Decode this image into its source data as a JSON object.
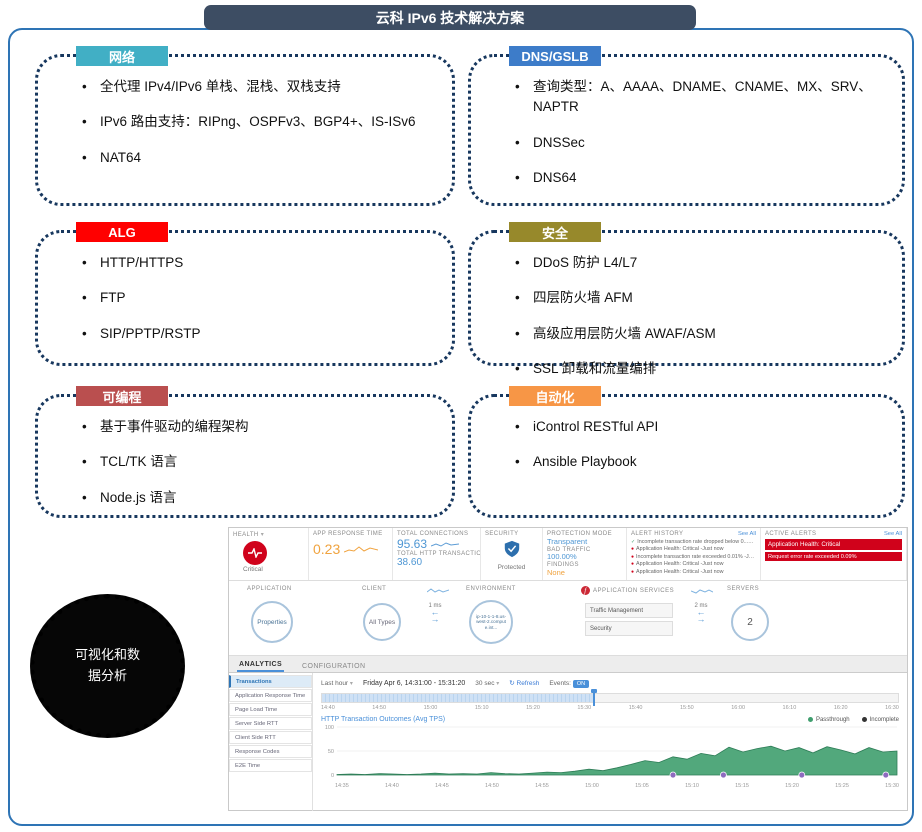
{
  "title": "云科 IPv6 技术解决方案",
  "boxes": [
    {
      "label": "网络",
      "color": "#41AFC5",
      "bullets": [
        "全代理 IPv4/IPv6 单栈、混栈、双栈支持",
        "IPv6 路由支持：RIPng、OSPFv3、BGP4+、IS-ISv6",
        "NAT64"
      ]
    },
    {
      "label": "DNS/GSLB",
      "color": "#3D7CC9",
      "bullets": [
        "查询类型：A、AAAA、DNAME、CNAME、MX、SRV、NAPTR",
        "DNSSec",
        "DNS64"
      ]
    },
    {
      "label": "ALG",
      "color": "#FF0000",
      "bullets": [
        "HTTP/HTTPS",
        "FTP",
        "SIP/PPTP/RSTP"
      ]
    },
    {
      "label": "安全",
      "color": "#97892B",
      "bullets": [
        "DDoS 防护 L4/L7",
        "四层防火墙 AFM",
        "高级应用层防火墙 AWAF/ASM",
        "SSL 卸载和流量编排"
      ]
    },
    {
      "label": "可编程",
      "color": "#BA4F4F",
      "bullets": [
        "基于事件驱动的编程架构",
        "TCL/TK 语言",
        "Node.js 语言"
      ]
    },
    {
      "label": "自动化",
      "color": "#F79646",
      "bullets": [
        "iControl RESTful API",
        "Ansible Playbook"
      ]
    }
  ],
  "ellipse_label": "可视化和数据分析",
  "icons": {
    "caret_down": "▾",
    "arrow_left": "←",
    "arrow_right": "→",
    "refresh": "↻",
    "f5": "f"
  },
  "dashboard": {
    "health": {
      "label": "HEALTH",
      "status": "Critical"
    },
    "app_response_time": {
      "label": "APP RESPONSE TIME",
      "value": "0.23"
    },
    "total_connections": {
      "label": "TOTAL CONNECTIONS",
      "value": "95.63"
    },
    "total_http_transactions": {
      "label": "TOTAL HTTP TRANSACTIONS/S",
      "value": "38.60"
    },
    "security": {
      "label": "SECURITY",
      "status": "Protected"
    },
    "protection_mode": {
      "label": "PROTECTION MODE",
      "value": "Transparent"
    },
    "bad_traffic": {
      "label": "BAD TRAFFIC",
      "value": "100.00%"
    },
    "findings": {
      "label": "FINDINGS",
      "value": "None"
    },
    "alert_history": {
      "label": "ALERT HISTORY",
      "see_all": "See All",
      "items": [
        {
          "icon": "✓",
          "color": "#3f9e6e",
          "text": "Incomplete transaction rate dropped below 0...Just now"
        },
        {
          "icon": "●",
          "color": "#d0021b",
          "text": "Application Health: Critical -Just now"
        },
        {
          "icon": "●",
          "color": "#d0021b",
          "text": "Incomplete transaction rate exceeded 0.01% -Just now"
        },
        {
          "icon": "●",
          "color": "#d0021b",
          "text": "Application Health: Critical -Just now"
        },
        {
          "icon": "●",
          "color": "#d0021b",
          "text": "Application Health: Critical -Just now"
        }
      ]
    },
    "active_alerts": {
      "label": "ACTIVE ALERTS",
      "see_all": "See All",
      "items": [
        "Application Health: Critical",
        "Request error rate exceeded 0.09%"
      ]
    },
    "topology": {
      "headers": [
        "APPLICATION",
        "CLIENT",
        "ENVIRONMENT",
        "APPLICATION SERVICES",
        "SERVERS"
      ],
      "application_node": "Properties",
      "client_node": "All Types",
      "client_latency": "1 ms",
      "environment_node": "ip-10-1-1-8.us-west-2.compute.int...",
      "services": [
        "Traffic Management",
        "Security"
      ],
      "server_latency": "2 ms",
      "servers_node": "2"
    },
    "tabs": [
      "ANALYTICS",
      "CONFIGURATION"
    ],
    "sidebar_items": [
      "Transactions",
      "Application Response Time",
      "Page Load Time",
      "Server Side RTT",
      "Client Side RTT",
      "Response Codes",
      "E2E Time"
    ],
    "controls": {
      "range": "Last hour",
      "date_range": "Friday Apr 6, 14:31:00 - 15:31:20",
      "interval": "30 sec",
      "refresh": "Refresh",
      "events_label": "Events:",
      "events_state": "ON"
    },
    "timeline_ticks": [
      "14:40",
      "14:50",
      "15:00",
      "15:10",
      "15:20",
      "15:30",
      "15:40",
      "15:50",
      "16:00",
      "16:10",
      "16:20",
      "16:30"
    ],
    "chart_data": {
      "type": "area",
      "title": "HTTP Transaction Outcomes (Avg TPS)",
      "legend": [
        {
          "name": "Passthrough",
          "color": "#3f9e6e"
        },
        {
          "name": "Incomplete",
          "color": "#333333"
        }
      ],
      "x_labels": [
        "14:35",
        "14:40",
        "14:45",
        "14:50",
        "14:55",
        "15:00",
        "15:05",
        "15:10",
        "15:15",
        "15:20",
        "15:25",
        "15:30"
      ],
      "ylim": [
        0,
        100
      ],
      "yticks": [
        0,
        50,
        100
      ],
      "values": [
        1,
        2,
        1,
        3,
        2,
        1,
        2,
        4,
        2,
        3,
        2,
        5,
        3,
        2,
        4,
        6,
        5,
        8,
        12,
        9,
        15,
        22,
        30,
        26,
        38,
        33,
        45,
        40,
        58,
        48,
        55,
        60,
        50,
        57,
        46,
        59,
        52,
        44,
        57,
        48,
        50
      ],
      "event_marker_positions": [
        0.6,
        0.69,
        0.83,
        0.98
      ],
      "event_marker_color": "#8e6bbf"
    }
  }
}
